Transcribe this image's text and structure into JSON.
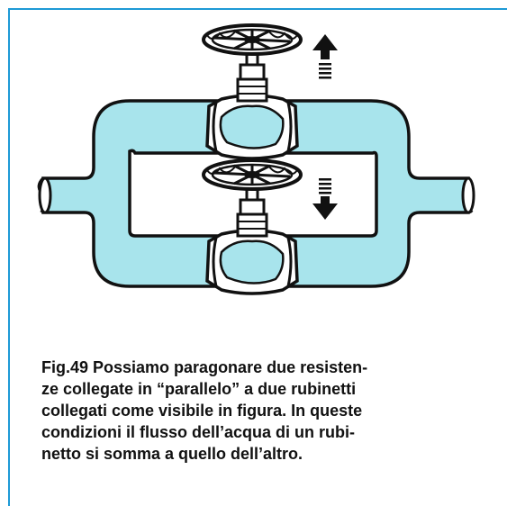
{
  "figure": {
    "caption_lines": [
      "Fig.49 Possiamo paragonare due resisten-",
      "ze collegate in “parallelo” a due rubinetti",
      "collegati come visibile in figura. In queste",
      "condizioni il flusso dell’acqua di un rubi-",
      "netto si somma a quello dell’altro."
    ]
  },
  "colors": {
    "frame": "#1e9ad6",
    "pipe_fill": "#a8e4ec",
    "outline": "#111111",
    "caption_text": "#111111"
  },
  "icons": {
    "upper_valve_arrow": "arrow-up-icon",
    "lower_valve_arrow": "arrow-down-icon"
  }
}
